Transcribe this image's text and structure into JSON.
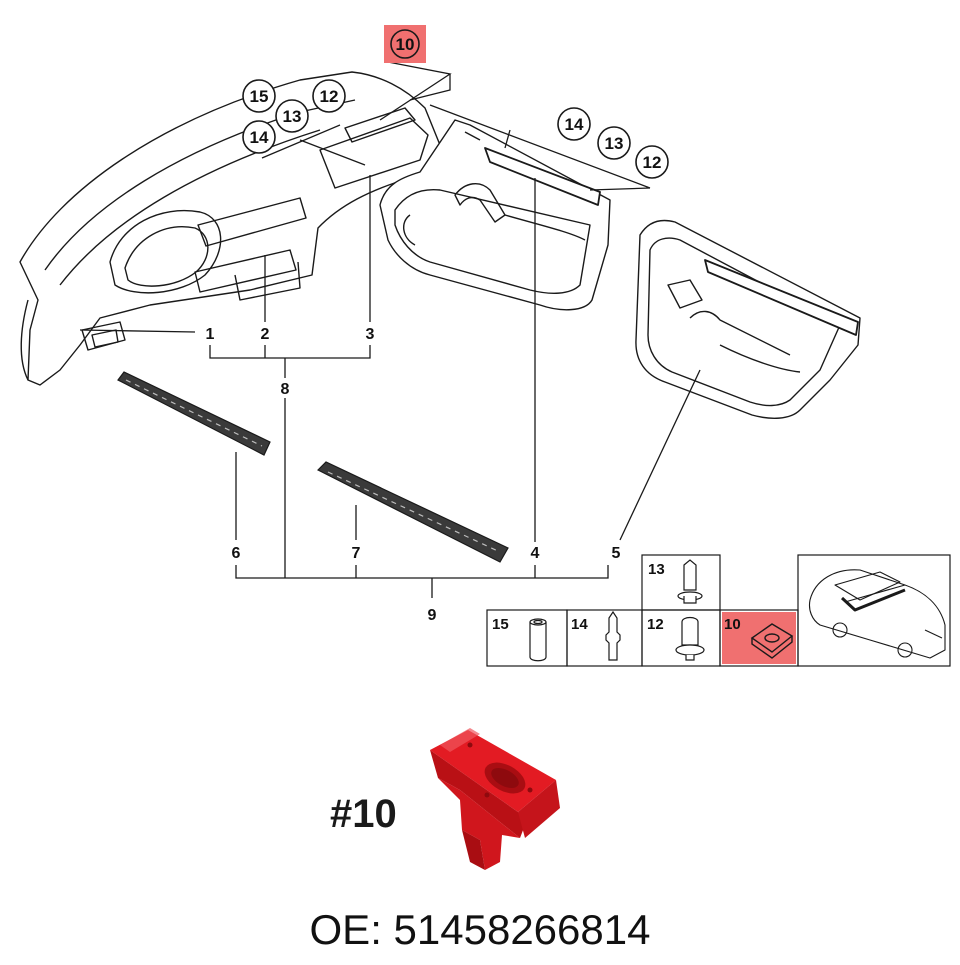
{
  "diagram": {
    "highlight_color": "#f07070",
    "part_color": "#e31b23",
    "line_color": "#1a1a1a",
    "callouts": {
      "top_highlight": "10",
      "dash_group": [
        "15",
        "12",
        "14",
        "13"
      ],
      "door_group": [
        "14",
        "13",
        "12"
      ]
    },
    "leaders": {
      "p1": "1",
      "p2": "2",
      "p3": "3",
      "p8": "8",
      "p6": "6",
      "p7": "7",
      "p4": "4",
      "p5": "5",
      "p9": "9"
    },
    "legend": {
      "cell_13": "13",
      "cell_15": "15",
      "cell_14": "14",
      "cell_12": "12",
      "cell_10": "10"
    }
  },
  "product": {
    "heading": "#10",
    "oe_label": "OE: 51458266814"
  }
}
